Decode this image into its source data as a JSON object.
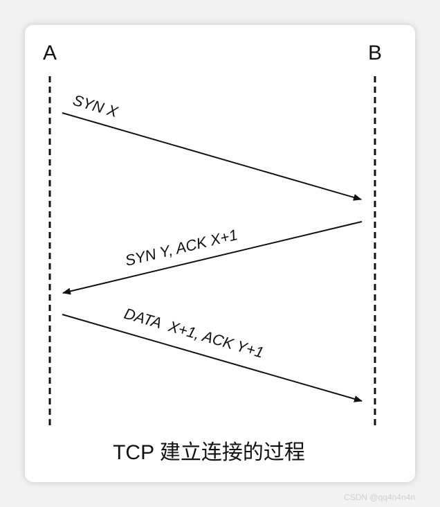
{
  "nodes": {
    "left": "A",
    "right": "B"
  },
  "messages": [
    {
      "label": "SYN X",
      "direction": "A->B"
    },
    {
      "label": "SYN Y, ACK X+1",
      "direction": "B->A"
    },
    {
      "label": "DATA  X+1, ACK Y+1",
      "direction": "A->B"
    }
  ],
  "caption": "TCP 建立连接的过程",
  "watermark": "CSDN @qq4n4n4n",
  "colors": {
    "line": "#111111",
    "card": "#ffffff",
    "background": "#f2f2f2"
  }
}
